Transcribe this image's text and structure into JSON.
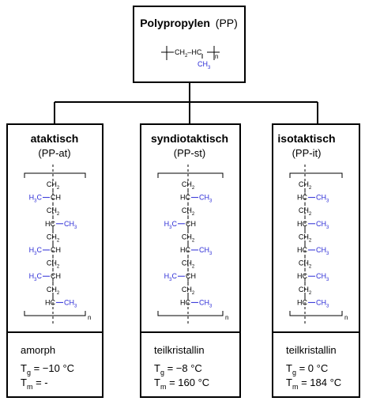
{
  "root": {
    "name": "Polypropylen",
    "abbr": "(PP)",
    "formula": {
      "ch2": "CH",
      "ch2_sub": "2",
      "dash": "–",
      "hc": "HC",
      "ch3": "CH",
      "ch3_sub": "3",
      "n": "n"
    }
  },
  "columns": [
    {
      "title": "ataktisch",
      "abbr": "(PP-at)",
      "chain": [
        "CH2",
        "H3C-CH",
        "CH2",
        "HC-CH3",
        "CH2",
        "H3C-CH",
        "CH2",
        "H3C-CH",
        "CH2",
        "HC-CH3"
      ],
      "n": "n",
      "state": "amorph",
      "tg_sym": "T",
      "tg_sub": "g",
      "tg_eq": "=",
      "tg_val": "−10 °C",
      "tm_sym": "T",
      "tm_sub": "m",
      "tm_eq": "=",
      "tm_val": "-"
    },
    {
      "title": "syndiotaktisch",
      "abbr": "(PP-st)",
      "chain": [
        "CH2",
        "HC-CH3",
        "CH2",
        "H3C-CH",
        "CH2",
        "HC-CH3",
        "CH2",
        "H3C-CH",
        "CH2",
        "HC-CH3"
      ],
      "n": "n",
      "state": "teilkristallin",
      "tg_sym": "T",
      "tg_sub": "g",
      "tg_eq": "=",
      "tg_val": "−8 °C",
      "tm_sym": "T",
      "tm_sub": "m",
      "tm_eq": "=",
      "tm_val": "160 °C"
    },
    {
      "title": "isotaktisch",
      "abbr": "(PP-it)",
      "chain": [
        "CH2",
        "HC-CH3",
        "CH2",
        "HC-CH3",
        "CH2",
        "HC-CH3",
        "CH2",
        "HC-CH3",
        "CH2",
        "HC-CH3"
      ],
      "n": "n",
      "state": "teilkristallin",
      "tg_sym": "T",
      "tg_sub": "g",
      "tg_eq": "=",
      "tg_val": "0 °C",
      "tm_sym": "T",
      "tm_sub": "m",
      "tm_eq": "=",
      "tm_val": "184 °C"
    }
  ],
  "colors": {
    "methyl": "#2b2bd6",
    "text": "#000000",
    "line": "#000000"
  }
}
